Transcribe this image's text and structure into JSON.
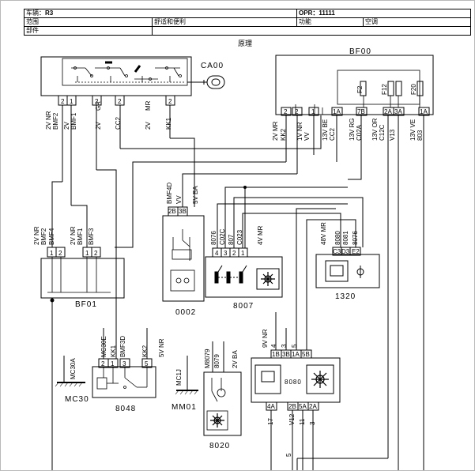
{
  "header": {
    "vehicle_label": "车辆：",
    "vehicle_value": "R3",
    "opr_label": "OPR：",
    "opr_value": "11111",
    "scope_label": "范围",
    "scope_value": "舒适和便利",
    "function_label": "功能",
    "function_value": "空调",
    "part_label": "部件",
    "diagram_type": "原理"
  },
  "components": {
    "ca00": "CA00",
    "bf00": "BF00",
    "bf01": "BF01",
    "c0002": "0002",
    "c8007": "8007",
    "c1320": "1320",
    "c8048": "8048",
    "mm01": "MM01",
    "mc30": "MC30",
    "c8020": "8020",
    "c8080": "8080"
  },
  "wires": {
    "ca00": [
      "2V NR",
      "BMF2",
      "2V",
      "BMF1",
      "2V",
      "GR",
      "CC2",
      "2V",
      "MR",
      "KK1"
    ],
    "ca00_pins": [
      "2",
      "1",
      "2",
      "2",
      "2"
    ],
    "bf00": [
      "2V MR",
      "KK2",
      "1V NR",
      "VV",
      "13V BE",
      "CC2",
      "13V RG",
      "C02A",
      "13V OR",
      "C12C",
      "V13",
      "13V VE",
      "803"
    ],
    "bf00_pins": [
      "2",
      "2",
      "1",
      "1A",
      "7B",
      "2A",
      "3A",
      "1A"
    ],
    "bf00_fuses": [
      "F2",
      "F12",
      "F20"
    ],
    "bf01": [
      "2V NR",
      "BMF2",
      "BMF4",
      "2V NR",
      "BMF1",
      "BMF3"
    ],
    "bf01_pins": [
      "1",
      "2",
      "1",
      "2"
    ],
    "c0002": [
      "BMF4D",
      "VV",
      "5V BA"
    ],
    "c0002_pins": [
      "2B",
      "3B"
    ],
    "c8007": [
      "8076",
      "C02C",
      "807",
      "C023",
      "4V MR"
    ],
    "c8007_pins": [
      "4",
      "3",
      "2",
      "1"
    ],
    "c1320": [
      "48V MR",
      "8080",
      "8081",
      "8076"
    ],
    "c1320_pins": [
      "C3",
      "D3",
      "E2"
    ],
    "c8048": [
      "MC30E",
      "KK1",
      "BMF3D",
      "KK2",
      "5V NR"
    ],
    "c8048_pins": [
      "2",
      "1",
      "3",
      "5"
    ],
    "mc30": "MC30A",
    "mm01": "MC1J",
    "c8020": [
      "M8079",
      "8079",
      "2V BA"
    ],
    "c8080": [
      "9V NR",
      "4",
      "3",
      "5"
    ],
    "c8080_pins": [
      "1B",
      "3B",
      "1A",
      "5B"
    ],
    "c8080_bottom_pins": [
      "4A",
      "2B",
      "5A",
      "2A"
    ],
    "c8080_out": [
      "17",
      "V12",
      "11",
      "3"
    ],
    "bottom_wire": "5"
  }
}
